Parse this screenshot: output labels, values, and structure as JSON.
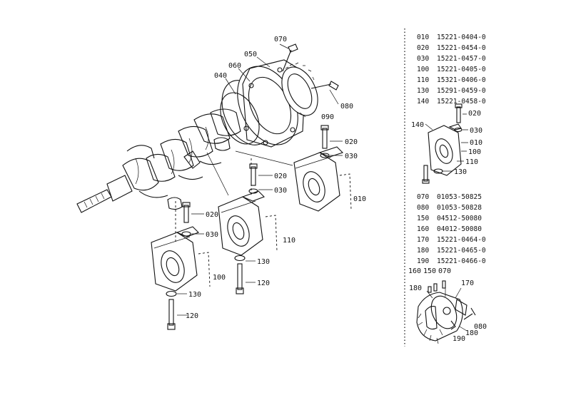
{
  "callouts": {
    "c070": "070",
    "c050": "050",
    "c060": "060",
    "c040": "040",
    "c080": "080",
    "c090": "090",
    "c020_a": "020",
    "c030_a": "030",
    "c010": "010",
    "c020_b": "020",
    "c030_b": "030",
    "c020_c": "020",
    "c030_c": "030",
    "c110": "110",
    "c130_a": "130",
    "c120_a": "120",
    "c100": "100",
    "c130_b": "130",
    "c120_b": "120"
  },
  "parts_table_1": [
    {
      "ref": "010",
      "part": "15221-0404-0"
    },
    {
      "ref": "020",
      "part": "15221-0454-0"
    },
    {
      "ref": "030",
      "part": "15221-0457-0"
    },
    {
      "ref": "100",
      "part": "15221-0405-0"
    },
    {
      "ref": "110",
      "part": "15321-0406-0"
    },
    {
      "ref": "130",
      "part": "15291-0459-0"
    },
    {
      "ref": "140",
      "part": "15221-0458-0"
    }
  ],
  "inset_1": {
    "c140": "140",
    "c020": "020",
    "c030": "030",
    "c010": "010",
    "c100": "100",
    "c110": "110",
    "c130": "130"
  },
  "parts_table_2": [
    {
      "ref": "070",
      "part": "01053-50825"
    },
    {
      "ref": "080",
      "part": "01053-50828"
    },
    {
      "ref": "150",
      "part": "04512-50080"
    },
    {
      "ref": "160",
      "part": "04012-50080"
    },
    {
      "ref": "170",
      "part": "15221-0464-0"
    },
    {
      "ref": "180",
      "part": "15221-0465-0"
    },
    {
      "ref": "190",
      "part": "15221-0466-0"
    }
  ],
  "inset_2": {
    "c160": "160",
    "c150": "150",
    "c070": "070",
    "c170": "170",
    "c180_a": "180",
    "c180_b": "180",
    "c190": "190",
    "c080": "080"
  }
}
